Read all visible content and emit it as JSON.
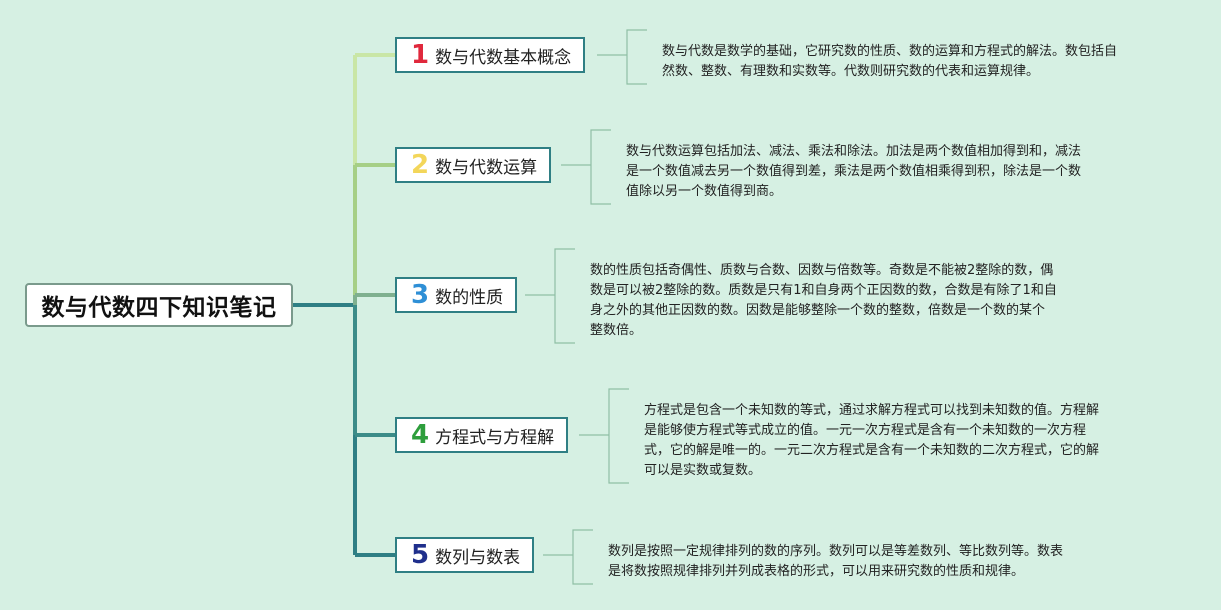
{
  "root": {
    "title": "数与代数四下知识笔记"
  },
  "branches": [
    {
      "num": "1",
      "num_color": "#e0283c",
      "line_color": "#c9e6a6",
      "label": "数与代数基本概念",
      "desc": [
        "数与代数是数学的基础，它研究数的性质、数的运算和方程式的解法。数包括自",
        "然数、整数、有理数和实数等。代数则研究数的代表和运算规律。"
      ]
    },
    {
      "num": "2",
      "num_color": "#f3d65a",
      "line_color": "#a6cf86",
      "label": "数与代数运算",
      "desc": [
        "数与代数运算包括加法、减法、乘法和除法。加法是两个数值相加得到和，减法",
        "是一个数值减去另一个数值得到差，乘法是两个数值相乘得到积，除法是一个数",
        "值除以另一个数值得到商。"
      ]
    },
    {
      "num": "3",
      "num_color": "#2e8fd6",
      "line_color": "#7fb08f",
      "label": "数的性质",
      "desc": [
        "数的性质包括奇偶性、质数与合数、因数与倍数等。奇数是不能被2整除的数，偶",
        "数是可以被2整除的数。质数是只有1和自身两个正因数的数，合数是有除了1和自",
        "身之外的其他正因数的数。因数是能够整除一个数的整数，倍数是一个数的某个",
        "整数倍。"
      ]
    },
    {
      "num": "4",
      "num_color": "#2e9e3c",
      "line_color": "#3c8c88",
      "label": "方程式与方程解",
      "desc": [
        "方程式是包含一个未知数的等式，通过求解方程式可以找到未知数的值。方程解",
        "是能够使方程式等式成立的值。一元一次方程式是含有一个未知数的一次方程",
        "式，它的解是唯一的。一元二次方程式是含有一个未知数的二次方程式，它的解",
        "可以是实数或复数。"
      ]
    },
    {
      "num": "5",
      "num_color": "#1f2f8c",
      "line_color": "#2f7f84",
      "label": "数列与数表",
      "desc": [
        "数列是按照一定规律排列的数的序列。数列可以是等差数列、等比数列等。数表",
        "是将数按照规律排列并列成表格的形式，可以用来研究数的性质和规律。"
      ]
    }
  ]
}
